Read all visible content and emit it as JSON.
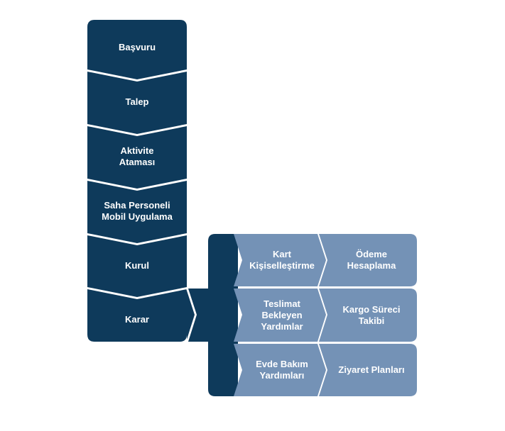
{
  "colors": {
    "dark": "#0e3a5b",
    "light": "#7492b6",
    "separator": "#ffffff",
    "text": "#ffffff"
  },
  "steps": [
    {
      "label": "Başvuru"
    },
    {
      "label": "Talep"
    },
    {
      "label": "Aktivite\nAtaması"
    },
    {
      "label": "Saha Personeli\nMobil Uygulama"
    },
    {
      "label": "Kurul"
    },
    {
      "label": "Karar"
    }
  ],
  "outcomes": [
    [
      {
        "label": "Kart\nKişiselleştirme"
      },
      {
        "label": "Ödeme\nHesaplama"
      }
    ],
    [
      {
        "label": "Teslimat\nBekleyen\nYardımlar"
      },
      {
        "label": "Kargo Süreci\nTakibi"
      }
    ],
    [
      {
        "label": "Evde Bakım\nYardımları"
      },
      {
        "label": "Ziyaret Planları"
      }
    ]
  ]
}
